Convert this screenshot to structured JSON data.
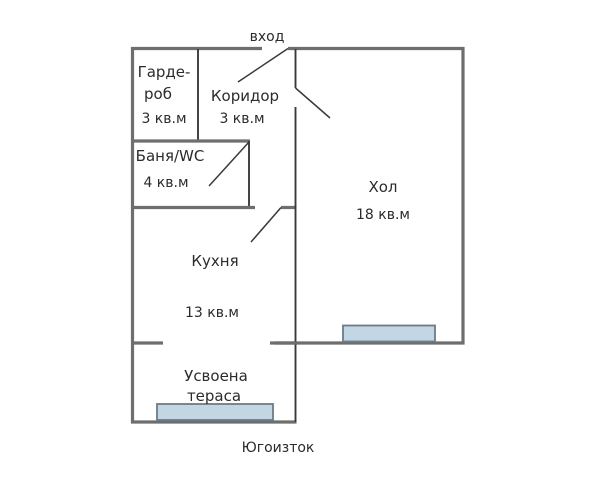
{
  "plan": {
    "title_exterior_top": "вход",
    "title_exterior_bottom": "Югоизток",
    "rooms": [
      {
        "key": "wardrobe",
        "name_line1": "Гарде-",
        "name_line2": "роб",
        "area": "3 кв.м"
      },
      {
        "key": "corridor",
        "name_line1": "Коридор",
        "name_line2": "",
        "area": "3 кв.м"
      },
      {
        "key": "bathroom",
        "name_line1": "Баня/WC",
        "name_line2": "",
        "area": "4 кв.м"
      },
      {
        "key": "kitchen",
        "name_line1": "Кухня",
        "name_line2": "",
        "area": "13 кв.м"
      },
      {
        "key": "hall",
        "name_line1": "Хол",
        "name_line2": "",
        "area": "18 кв.м"
      },
      {
        "key": "terrace",
        "name_line1": "Усвоена",
        "name_line2": "тераса",
        "area": ""
      }
    ],
    "labels": {
      "wardrobe_l1": "Гарде-",
      "wardrobe_l2": "роб",
      "wardrobe_area": "3 кв.м",
      "corridor_name": "Коридор",
      "corridor_area": "3 кв.м",
      "bathroom_name": "Баня/WC",
      "bathroom_area": "4 кв.м",
      "kitchen_name": "Кухня",
      "kitchen_area": "13 кв.м",
      "hall_name": "Хол",
      "hall_area": "18 кв.м",
      "terrace_l1": "Усвоена",
      "terrace_l2": "тераса",
      "entrance": "вход",
      "orientation": "Югоизток"
    },
    "colors": {
      "background": "#ffffff",
      "wall_outer": "#6e6e6e",
      "wall_inner": "#3a3a3a",
      "window_fill": "#c3d6e3",
      "window_stroke": "#6a7c88",
      "text": "#2b2b2b"
    }
  }
}
